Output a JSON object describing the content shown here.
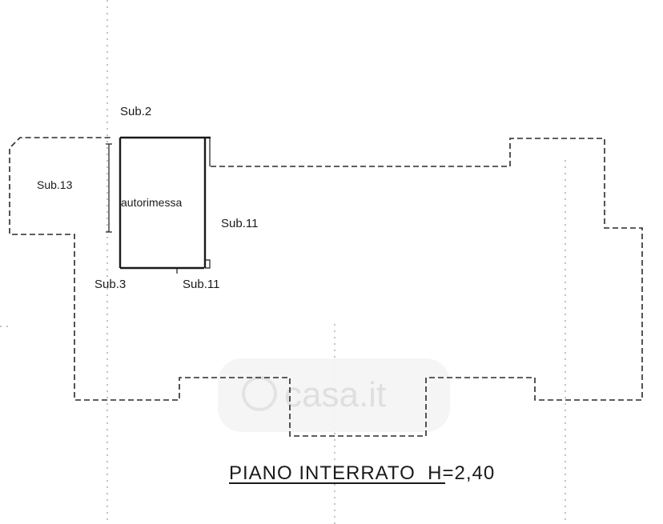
{
  "labels": {
    "sub2": "Sub.2",
    "sub13": "Sub.13",
    "autorimessa": "autorimessa",
    "sub11_right": "Sub.11",
    "sub3": "Sub.3",
    "sub11_bottom": "Sub.11"
  },
  "title": "PIANO INTERRATO  H=2,40",
  "watermark": "casa.it"
}
